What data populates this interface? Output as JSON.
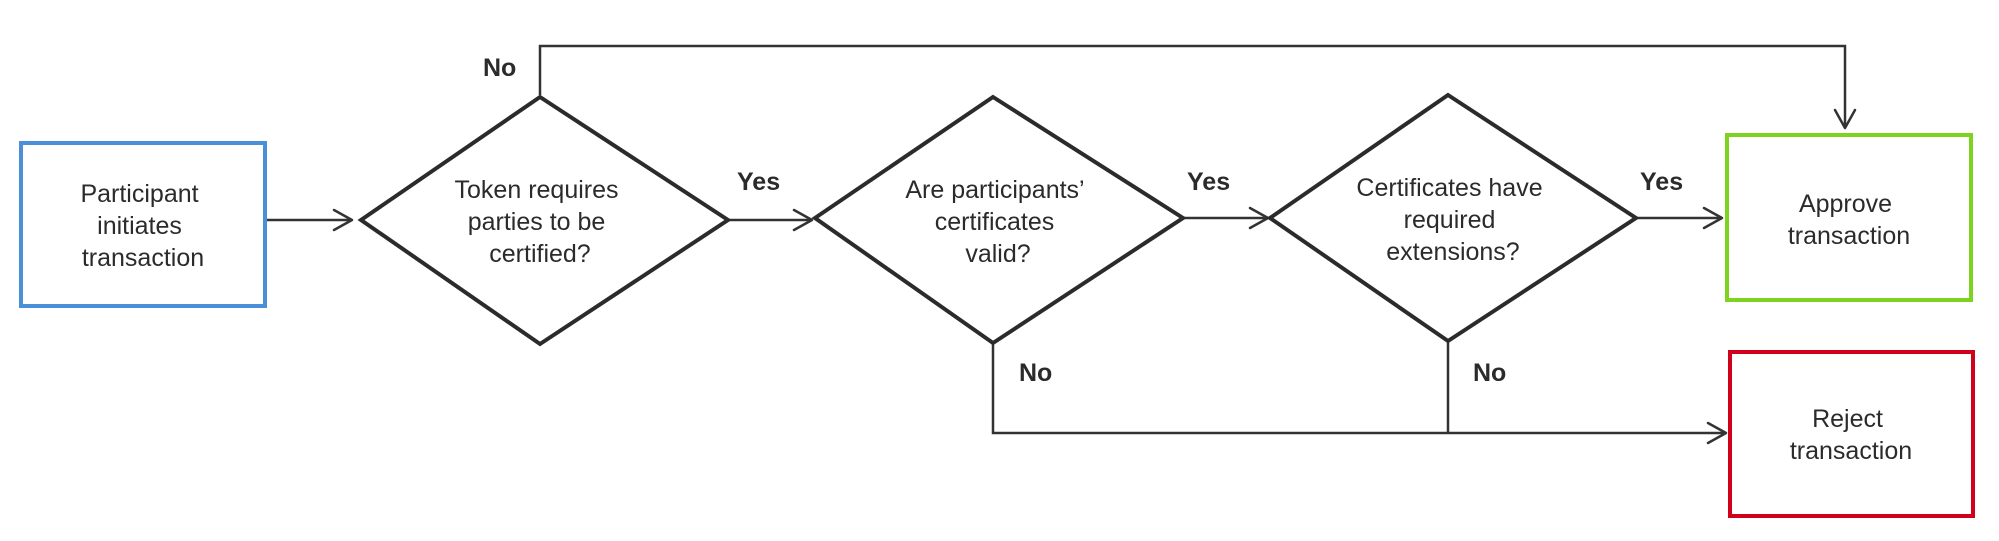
{
  "colors": {
    "start_border": "#4a90d9",
    "approve_border": "#7ed321",
    "reject_border": "#d0021b",
    "diamond_border": "#2b2b2b",
    "line": "#333333"
  },
  "nodes": {
    "start": {
      "lines": [
        "Participant",
        "initiates",
        "transaction"
      ]
    },
    "decision_token": {
      "lines": [
        "Token requires",
        "parties to be",
        "certified?"
      ]
    },
    "decision_valid": {
      "lines": [
        "Are participants’",
        "certificates",
        "valid?"
      ]
    },
    "decision_ext": {
      "lines": [
        "Certificates have",
        "required",
        "extensions?"
      ]
    },
    "approve": {
      "lines": [
        "Approve",
        "transaction"
      ]
    },
    "reject": {
      "lines": [
        "Reject",
        "transaction"
      ]
    }
  },
  "edge_labels": {
    "token_no": "No",
    "token_yes": "Yes",
    "valid_yes": "Yes",
    "valid_no": "No",
    "ext_yes": "Yes",
    "ext_no": "No"
  }
}
